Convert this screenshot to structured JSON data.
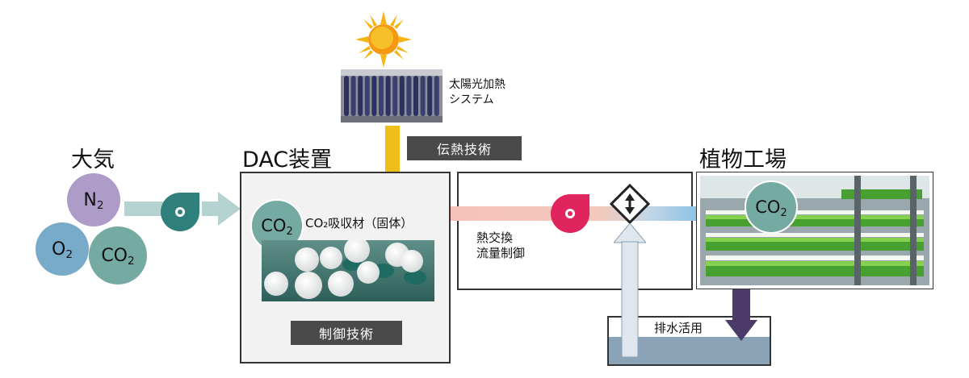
{
  "colors": {
    "n2": "#ad9bc8",
    "o2": "#78aac9",
    "co2": "#74aaa2",
    "fan_teal": "#2f7f7c",
    "fan_red": "#e0245e",
    "heat_arrow": "#efbd1a",
    "dark_label": "#4a4a4a",
    "dac_box_fill": "#f2f2f2",
    "water": "#8aa3b7",
    "drain_arrow": "#4c3a68"
  },
  "atmosphere": {
    "title": "大気",
    "molecules": [
      {
        "base": "N",
        "sub": "2"
      },
      {
        "base": "O",
        "sub": "2"
      },
      {
        "base": "CO",
        "sub": "2"
      }
    ]
  },
  "solar": {
    "label_line1": "太陽光加熱",
    "label_line2": "システム",
    "icon": "sun-icon",
    "panel": "solar-collector-image"
  },
  "heat_transfer_label": "伝熱技術",
  "dac": {
    "title": "DAC装置",
    "co2_badge": {
      "base": "CO",
      "sub": "2"
    },
    "absorbent_label": "CO₂吸収材（固体）",
    "control_label": "制御技術",
    "image": "absorbent-beads-image"
  },
  "exchange": {
    "line1": "熱交換",
    "line2": "流量制御",
    "valve_icon": "diamond-updown-valve-icon"
  },
  "plant": {
    "title": "植物工場",
    "co2_badge": {
      "base": "CO",
      "sub": "2"
    },
    "image": "plant-factory-image"
  },
  "drainage": {
    "label": "排水活用"
  }
}
